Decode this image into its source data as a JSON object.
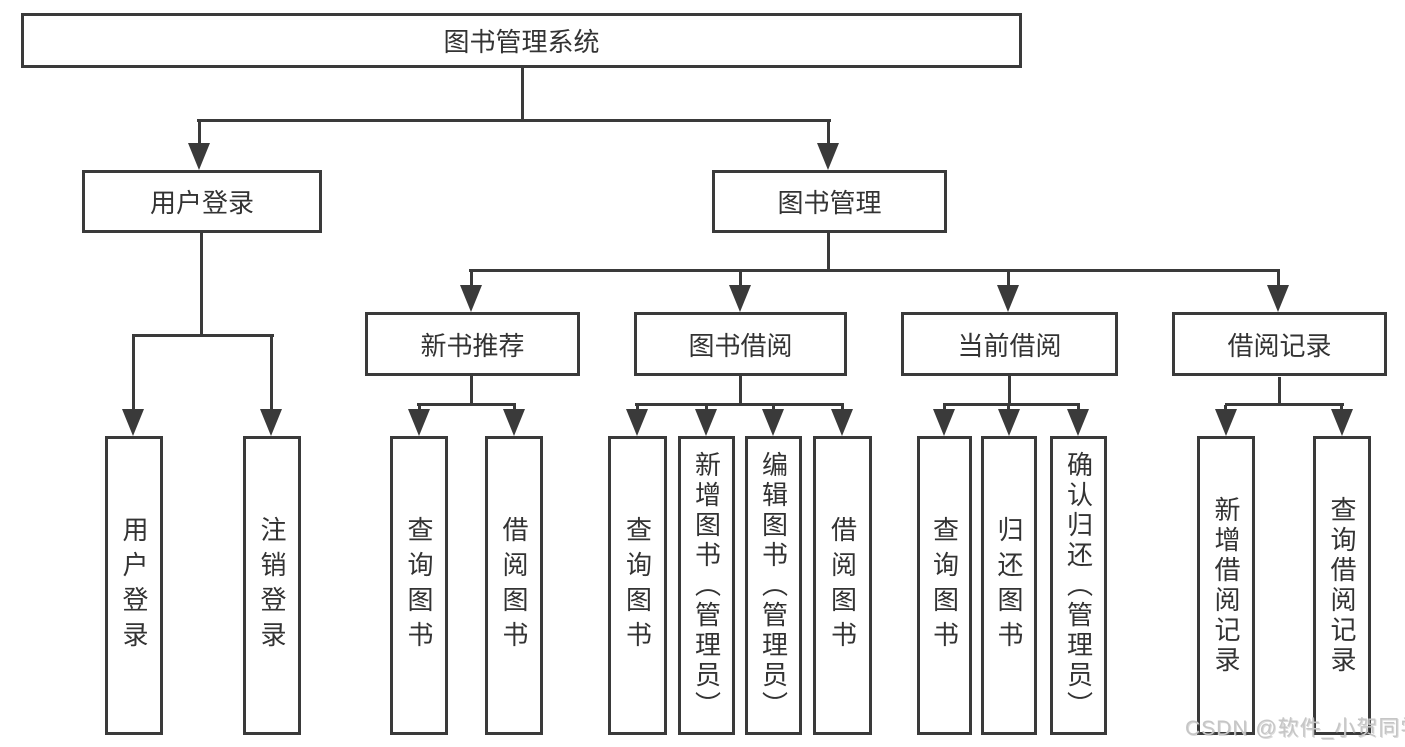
{
  "diagram": {
    "root": {
      "label": "图书管理系统",
      "children": [
        {
          "label": "用户登录",
          "children": [
            {
              "label": "用户登录"
            },
            {
              "label": "注销登录"
            }
          ]
        },
        {
          "label": "图书管理",
          "children": [
            {
              "label": "新书推荐",
              "children": [
                {
                  "label": "查询图书"
                },
                {
                  "label": "借阅图书"
                }
              ]
            },
            {
              "label": "图书借阅",
              "children": [
                {
                  "label": "查询图书"
                },
                {
                  "label": "新增图书（管理员）"
                },
                {
                  "label": "编辑图书（管理员）"
                },
                {
                  "label": "借阅图书"
                }
              ]
            },
            {
              "label": "当前借阅",
              "children": [
                {
                  "label": "查询图书"
                },
                {
                  "label": "归还图书"
                },
                {
                  "label": "确认归还（管理员）"
                }
              ]
            },
            {
              "label": "借阅记录",
              "children": [
                {
                  "label": "新增借阅记录"
                },
                {
                  "label": "查询借阅记录"
                }
              ]
            }
          ]
        }
      ]
    },
    "watermark": {
      "text": "CSDN @软件_小贺同学"
    },
    "colors": {
      "line": "#3a3a3a",
      "text": "#333333",
      "box_background": "#ffffff",
      "page_background": "#ffffff",
      "watermark": "#c6c6c6"
    }
  }
}
